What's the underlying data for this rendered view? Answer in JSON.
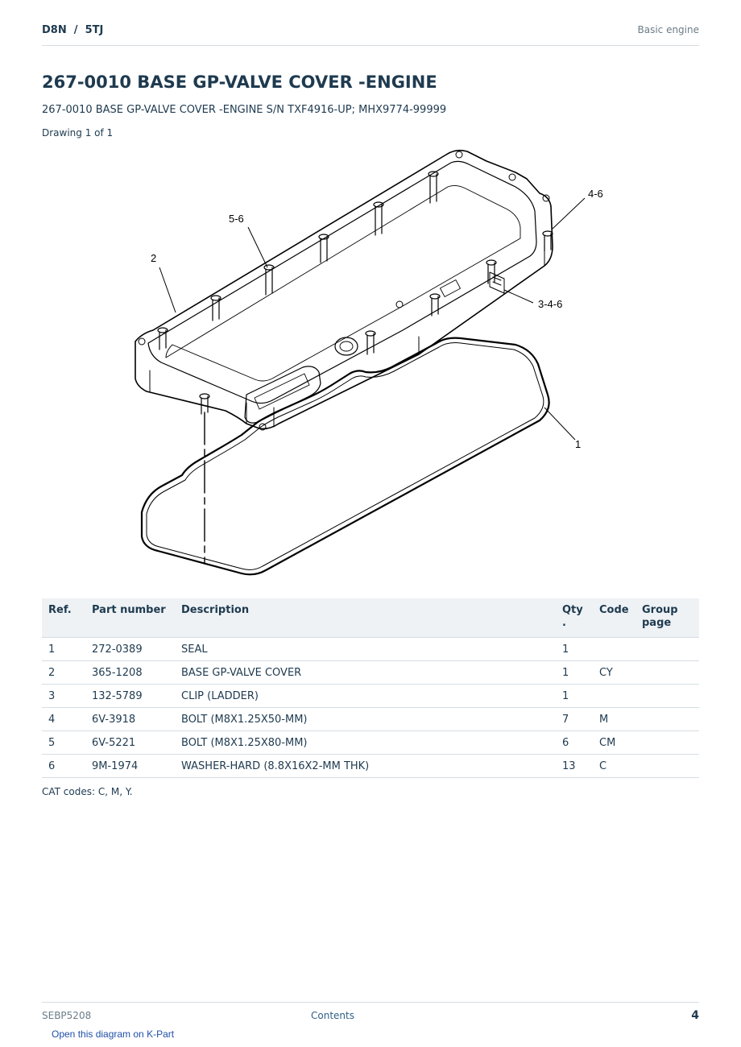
{
  "header": {
    "breadcrumb": "D8N  /  5TJ",
    "section": "Basic engine"
  },
  "title": "267-0010 BASE GP-VALVE COVER -ENGINE",
  "subtitle": "267-0010 BASE GP-VALVE COVER -ENGINE S/N TXF4916-UP; MHX9774-99999",
  "drawing_label": "Drawing 1 of 1",
  "diagram": {
    "callouts": {
      "c1": "1",
      "c2": "2",
      "c346": "3-4-6",
      "c46": "4-6",
      "c56": "5-6"
    }
  },
  "table": {
    "headers": {
      "ref": "Ref.",
      "part_number": "Part number",
      "description": "Description",
      "qty": "Qty\n.",
      "code": "Code",
      "group_page": "Group\npage"
    },
    "rows": [
      {
        "ref": "1",
        "part_number": "272-0389",
        "description": "SEAL",
        "qty": "1",
        "code": "",
        "group_page": ""
      },
      {
        "ref": "2",
        "part_number": "365-1208",
        "description": "BASE GP-VALVE COVER",
        "qty": "1",
        "code": "CY",
        "group_page": ""
      },
      {
        "ref": "3",
        "part_number": "132-5789",
        "description": "CLIP (LADDER)",
        "qty": "1",
        "code": "",
        "group_page": ""
      },
      {
        "ref": "4",
        "part_number": "6V-3918",
        "description": "BOLT (M8X1.25X50-MM)",
        "qty": "7",
        "code": "M",
        "group_page": ""
      },
      {
        "ref": "5",
        "part_number": "6V-5221",
        "description": "BOLT (M8X1.25X80-MM)",
        "qty": "6",
        "code": "CM",
        "group_page": ""
      },
      {
        "ref": "6",
        "part_number": "9M-1974",
        "description": "WASHER-HARD (8.8X16X2-MM THK)",
        "qty": "13",
        "code": "C",
        "group_page": ""
      }
    ]
  },
  "cat_codes": "CAT codes: C, M, Y.",
  "footer": {
    "doc_id": "SEBP5208",
    "contents": "Contents",
    "page": "4",
    "kpart_link": "Open this diagram on K-Part"
  }
}
